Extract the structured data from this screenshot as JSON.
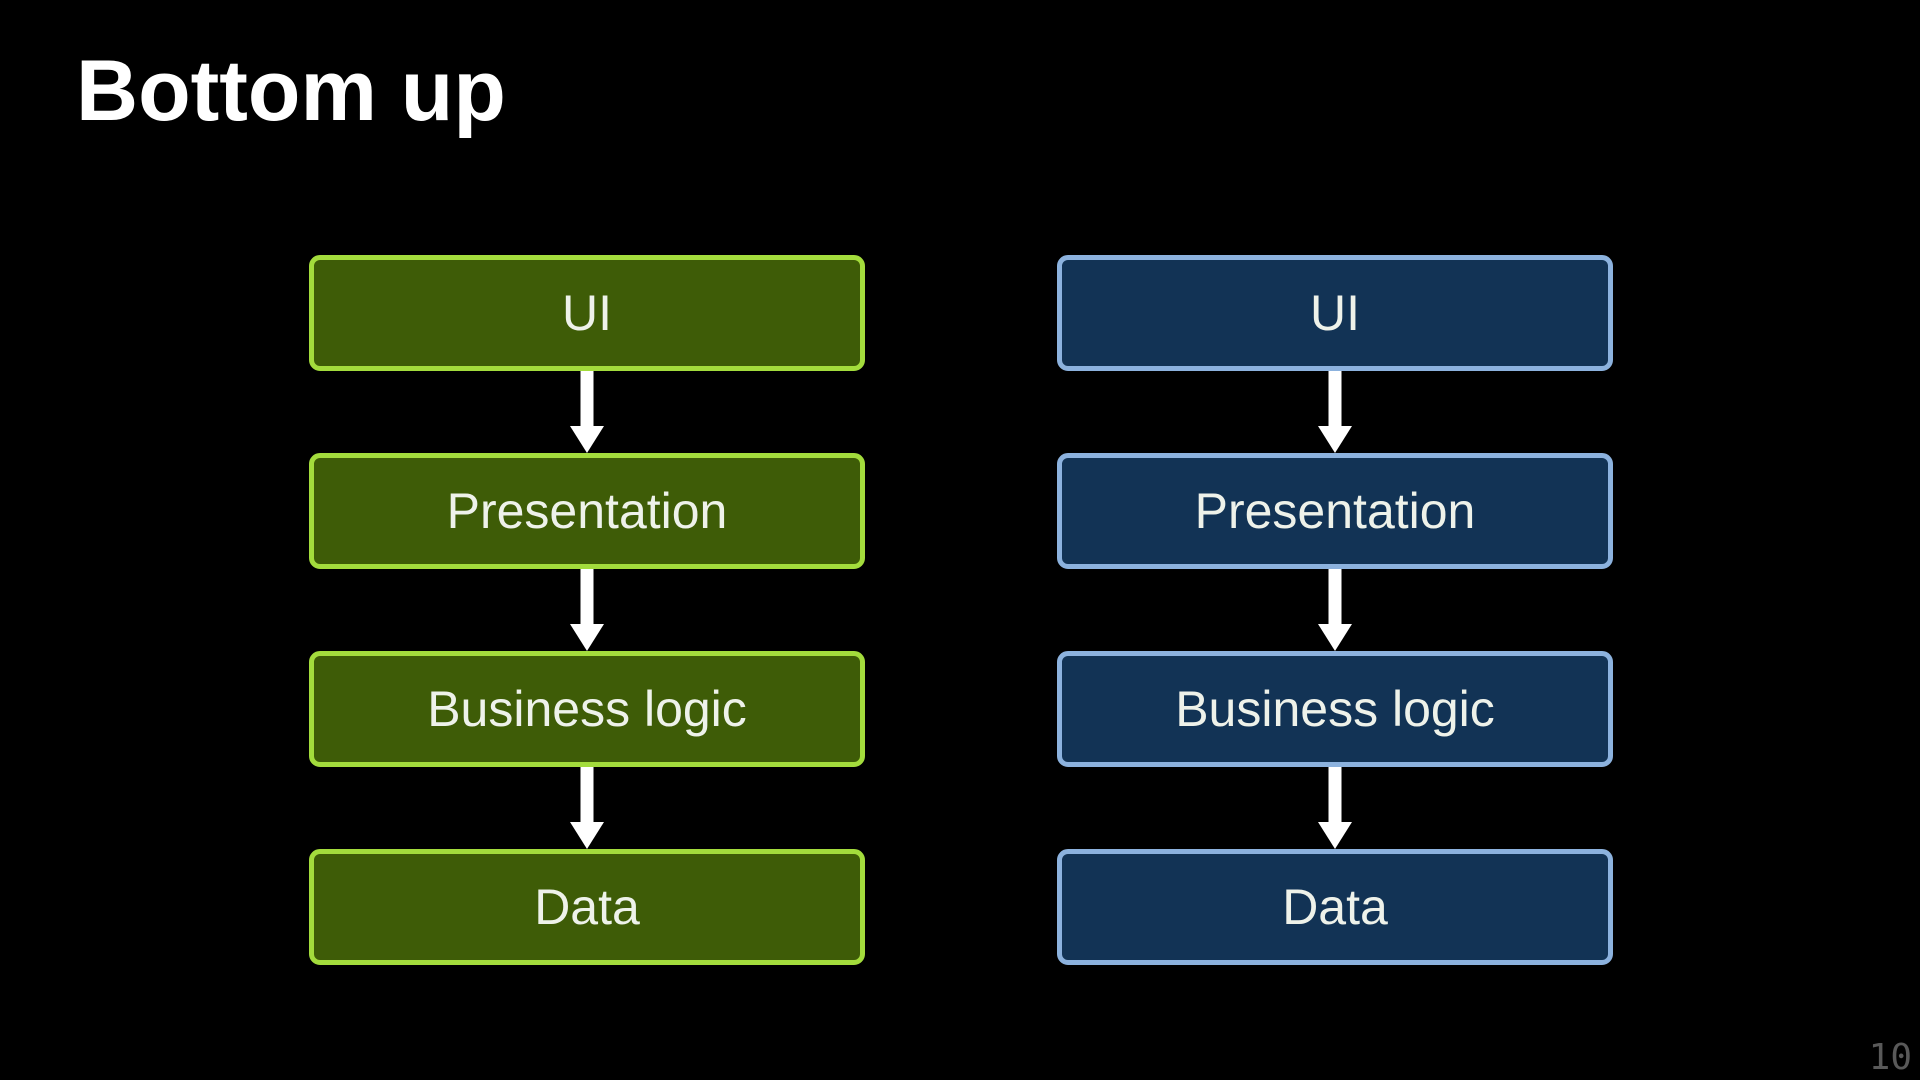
{
  "title": "Bottom up",
  "page_number": "10",
  "colors": {
    "background": "#000000",
    "title_text": "#ffffff",
    "box_text": "#eef2ea",
    "arrow": "#ffffff",
    "green_fill": "#3e5c07",
    "green_border": "#a3dc3c",
    "blue_fill": "#123355",
    "blue_border": "#8cb2de",
    "page_number_text": "#595959"
  },
  "columns": [
    {
      "theme": "green",
      "boxes": [
        {
          "label": "UI"
        },
        {
          "label": "Presentation"
        },
        {
          "label": "Business logic"
        },
        {
          "label": "Data"
        }
      ]
    },
    {
      "theme": "blue",
      "boxes": [
        {
          "label": "UI"
        },
        {
          "label": "Presentation"
        },
        {
          "label": "Business logic"
        },
        {
          "label": "Data"
        }
      ]
    }
  ]
}
